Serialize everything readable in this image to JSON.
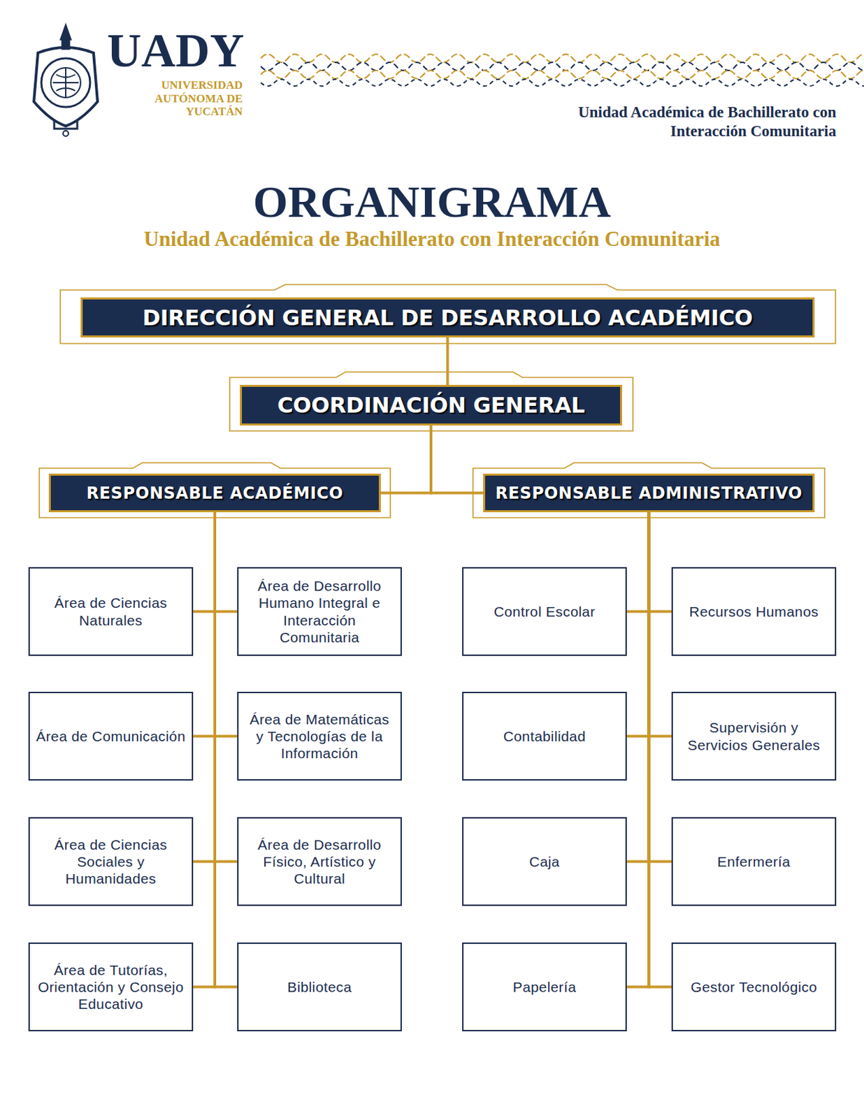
{
  "diagram": {
    "title": "ORGANIGRAMA",
    "nodes": [
      {
        "text": [
          "DIRECCIÓN GENERAL DE DESARROLLO ACADÉMICO"
        ]
      },
      {
        "text": [
          "COORDINACIÓN GENERAL"
        ]
      },
      {
        "text": [
          "RESPONSABLE ACADÉMICO"
        ]
      },
      {
        "text": [
          "RESPONSABLE ADMINISTRATIVO"
        ]
      },
      {
        "text": [
          "Área de Ciencias Naturales"
        ]
      },
      {
        "text": [
          "Área de Desarrollo Humano Integral e Interacción Comunitaria"
        ]
      },
      {
        "text": [
          "Área de Comunicación"
        ]
      },
      {
        "text": [
          "Área de Matemáticas y Tecnologías de la Información"
        ]
      },
      {
        "text": [
          "Área de Ciencias Sociales y Humanidades"
        ]
      },
      {
        "text": [
          "Área de Desarrollo Físico, Artístico y Cultural"
        ]
      },
      {
        "text": [
          "Área de Tutorías, Orientación y Consejo Educativo"
        ]
      },
      {
        "text": [
          "Biblioteca"
        ]
      },
      {
        "text": [
          "Control Escolar"
        ]
      },
      {
        "text": [
          "Recursos Humanos"
        ]
      },
      {
        "text": [
          "Contabilidad"
        ]
      },
      {
        "text": [
          "Supervisión y Servicios Generales"
        ]
      },
      {
        "text": [
          "Caja"
        ]
      },
      {
        "text": [
          "Enfermería"
        ]
      },
      {
        "text": [
          "Papelería"
        ]
      },
      {
        "text": [
          "Gestor Tecnológico"
        ]
      }
    ],
    "edges": [
      {
        "from": 0,
        "to": 1,
        "arrow": "none"
      },
      {
        "from": 1,
        "to": 2,
        "arrow": "none"
      },
      {
        "from": 1,
        "to": 3,
        "arrow": "none"
      },
      {
        "from": 2,
        "to": 4,
        "arrow": "none"
      },
      {
        "from": 2,
        "to": 5,
        "arrow": "none"
      },
      {
        "from": 2,
        "to": 6,
        "arrow": "none"
      },
      {
        "from": 2,
        "to": 7,
        "arrow": "none"
      },
      {
        "from": 2,
        "to": 8,
        "arrow": "none"
      },
      {
        "from": 2,
        "to": 9,
        "arrow": "none"
      },
      {
        "from": 2,
        "to": 10,
        "arrow": "none"
      },
      {
        "from": 2,
        "to": 11,
        "arrow": "none"
      },
      {
        "from": 3,
        "to": 12,
        "arrow": "none"
      },
      {
        "from": 3,
        "to": 13,
        "arrow": "none"
      },
      {
        "from": 3,
        "to": 14,
        "arrow": "none"
      },
      {
        "from": 3,
        "to": 15,
        "arrow": "none"
      },
      {
        "from": 3,
        "to": 16,
        "arrow": "none"
      },
      {
        "from": 3,
        "to": 17,
        "arrow": "none"
      },
      {
        "from": 3,
        "to": 18,
        "arrow": "none"
      },
      {
        "from": 3,
        "to": 19,
        "arrow": "none"
      }
    ],
    "labels": [
      "UADY",
      "UNIVERSIDAD AUTÓNOMA DE YUCATÁN",
      "Unidad Académica de Bachillerato con Interacción Comunitaria",
      "Unidad Académica de Bachillerato con Interacción Comunitaria"
    ]
  }
}
